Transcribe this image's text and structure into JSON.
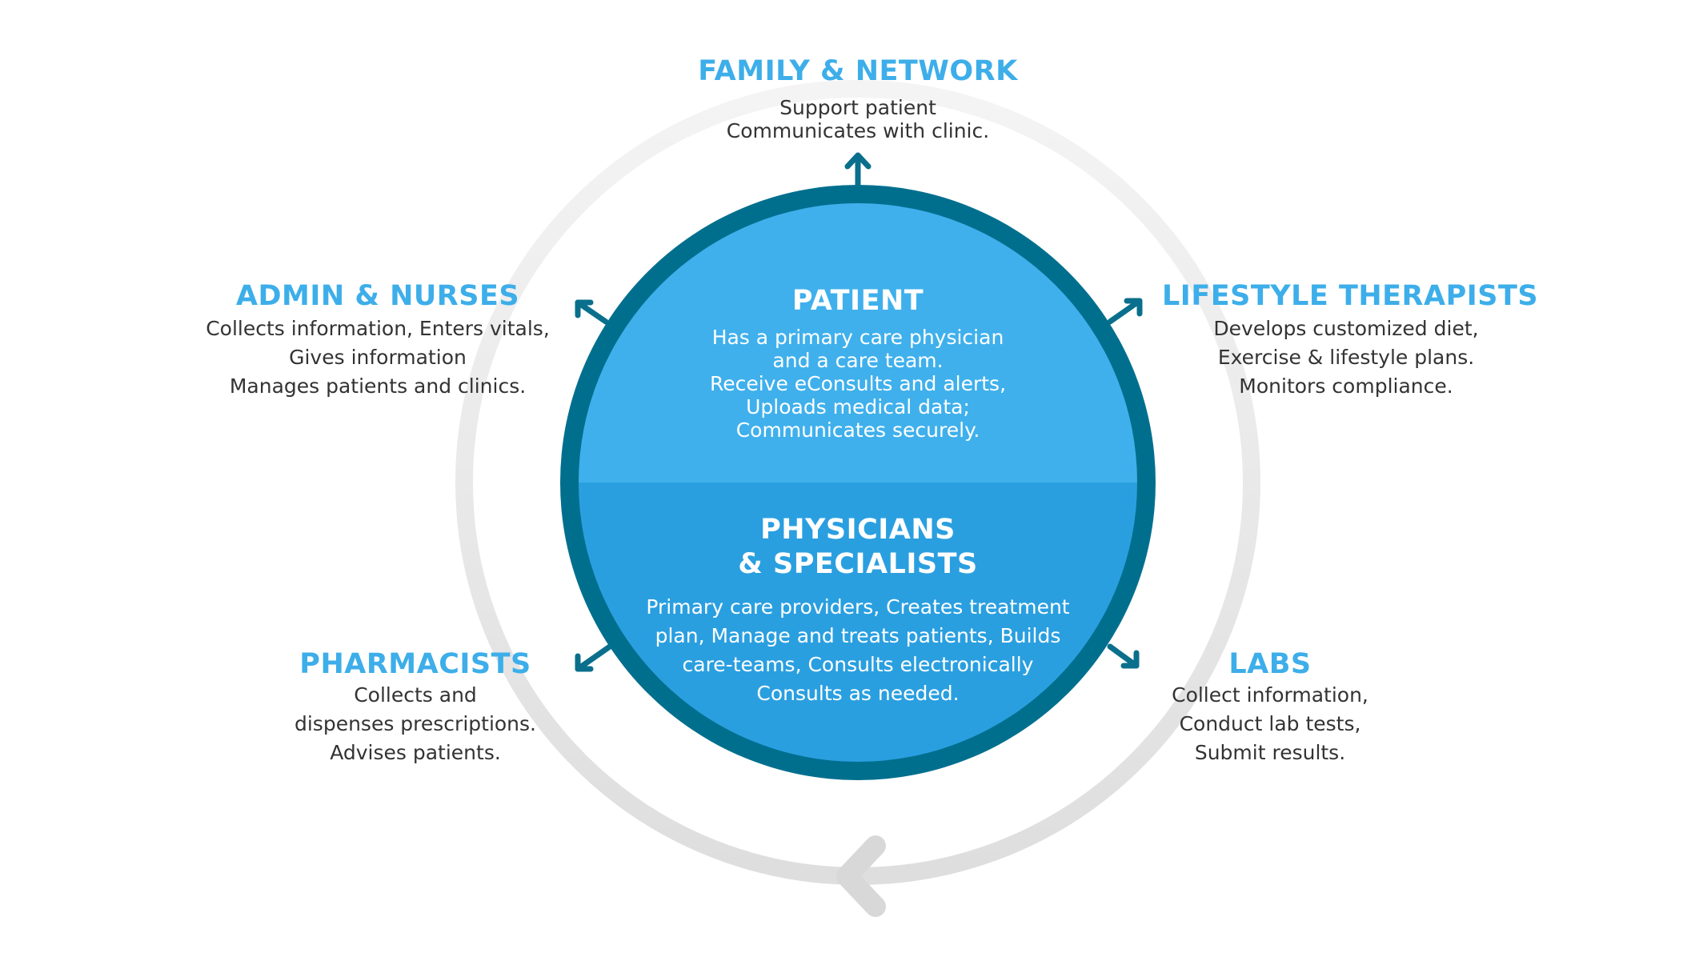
{
  "colors": {
    "title_blue": "#3daee9",
    "body_text": "#333333",
    "ring_dark": "#006f8e",
    "top_half": "#3fb0ec",
    "bottom_half": "#2a9fe0",
    "arrow": "#0a6f8c",
    "cycle_ring": "#efefef",
    "cycle_arrow_head": "#d8d8d8"
  },
  "icons": {
    "cycle_arrow": "arrow-head-icon",
    "spoke_arrow": "arrow-head-icon"
  },
  "center": {
    "top": {
      "title": "PATIENT",
      "lines": [
        "Has a primary care physician",
        "and a care team.",
        "Receive eConsults and alerts,",
        "Uploads medical data;",
        "Communicates securely."
      ]
    },
    "bottom": {
      "title_lines": [
        "PHYSICIANS",
        "& SPECIALISTS"
      ],
      "lines": [
        "Primary care providers, Creates treatment",
        "plan, Manage and treats patients, Builds",
        "care-teams, Consults electronically",
        "Consults as needed."
      ]
    }
  },
  "nodes": {
    "family": {
      "title": "FAMILY & NETWORK",
      "lines": [
        "Support patient",
        "Communicates with clinic."
      ]
    },
    "admin": {
      "title": "ADMIN & NURSES",
      "lines": [
        "Collects information, Enters vitals,",
        "Gives information",
        "Manages patients and clinics."
      ]
    },
    "lifestyle": {
      "title": "LIFESTYLE THERAPISTS",
      "lines": [
        "Develops customized diet,",
        "Exercise & lifestyle plans.",
        "Monitors compliance."
      ]
    },
    "pharmacists": {
      "title": "PHARMACISTS",
      "lines": [
        "Collects and",
        "dispenses prescriptions.",
        "Advises patients."
      ]
    },
    "labs": {
      "title": "LABS",
      "lines": [
        "Collect information,",
        "Conduct lab tests,",
        "Submit results."
      ]
    }
  }
}
